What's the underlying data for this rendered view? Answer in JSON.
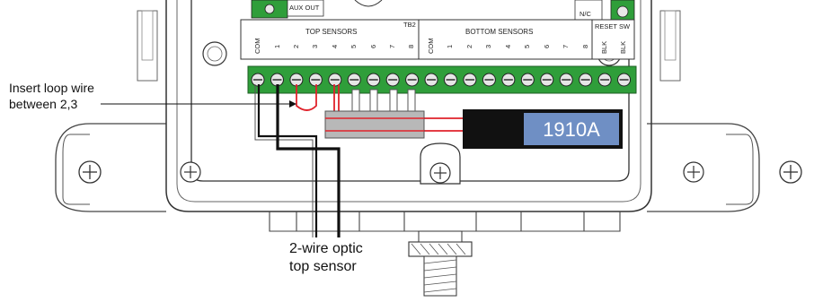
{
  "labels": {
    "aux_out": "AUX OUT",
    "nc": "N/C",
    "top_sensors": "TOP SENSORS",
    "tb2": "TB2",
    "bottom_sensors": "BOTTOM SENSORS",
    "reset_sw": "RESET SW",
    "top_pins": [
      "COM",
      "1",
      "2",
      "3",
      "4",
      "5",
      "6",
      "7",
      "8"
    ],
    "bottom_pins": [
      "COM",
      "1",
      "2",
      "3",
      "4",
      "5",
      "6",
      "7",
      "8"
    ],
    "reset_pins": [
      "BLK",
      "BLK"
    ],
    "device": "1910A",
    "callout_loop_line1": "Insert loop wire",
    "callout_loop_line2": "between 2,3",
    "callout_sensor_line1": "2-wire optic",
    "callout_sensor_line2": "top sensor"
  },
  "colors": {
    "terminal_green": "#2f9e3a",
    "device_blue": "#6f8fc4",
    "wire_red": "#e0222b",
    "outline": "#333333"
  }
}
